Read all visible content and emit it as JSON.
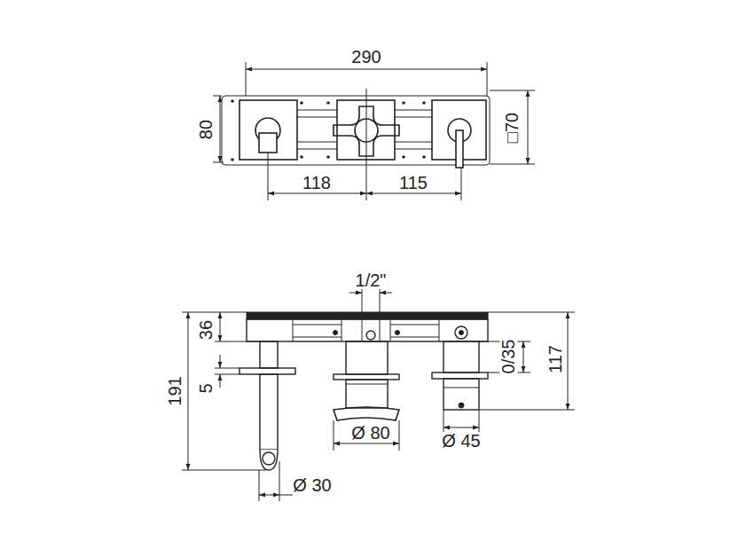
{
  "diagram": {
    "labels": [
      "290",
      "80",
      "□70",
      "118",
      "115",
      "1/2\"",
      "36",
      "5",
      "191",
      "0/35",
      "117",
      "Ø 80",
      "Ø 45",
      "Ø 30"
    ]
  }
}
